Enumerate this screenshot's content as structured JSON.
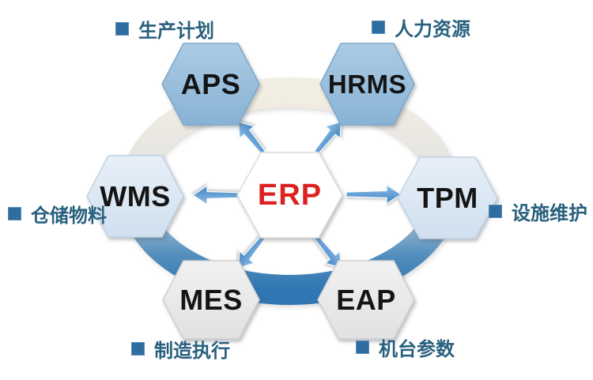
{
  "diagram": {
    "center": {
      "id": "erp",
      "label": "ERP"
    },
    "nodes": [
      {
        "id": "aps",
        "label": "APS",
        "annotation": "生产计划"
      },
      {
        "id": "hrms",
        "label": "HRMS",
        "annotation": "人力资源"
      },
      {
        "id": "wms",
        "label": "WMS",
        "annotation": "仓储物料"
      },
      {
        "id": "tpm",
        "label": "TPM",
        "annotation": "设施维护"
      },
      {
        "id": "mes",
        "label": "MES",
        "annotation": "制造执行"
      },
      {
        "id": "eap",
        "label": "EAP",
        "annotation": "机台参数"
      }
    ],
    "colors": {
      "center_label": "#DB2220",
      "node_label": "#141414",
      "annotation_text": "#29607D",
      "annotation_bullet": "#2F6DA0",
      "hex_blue": "#96BEDC",
      "hex_light_blue": "#DCE8F4",
      "hex_gray": "#E9E9E9",
      "hex_center": "#FFFFFF",
      "arrow_blue": "#4489C8",
      "ring_top": "#F2EEE2",
      "ring_bottom": "#2F76B3"
    }
  }
}
